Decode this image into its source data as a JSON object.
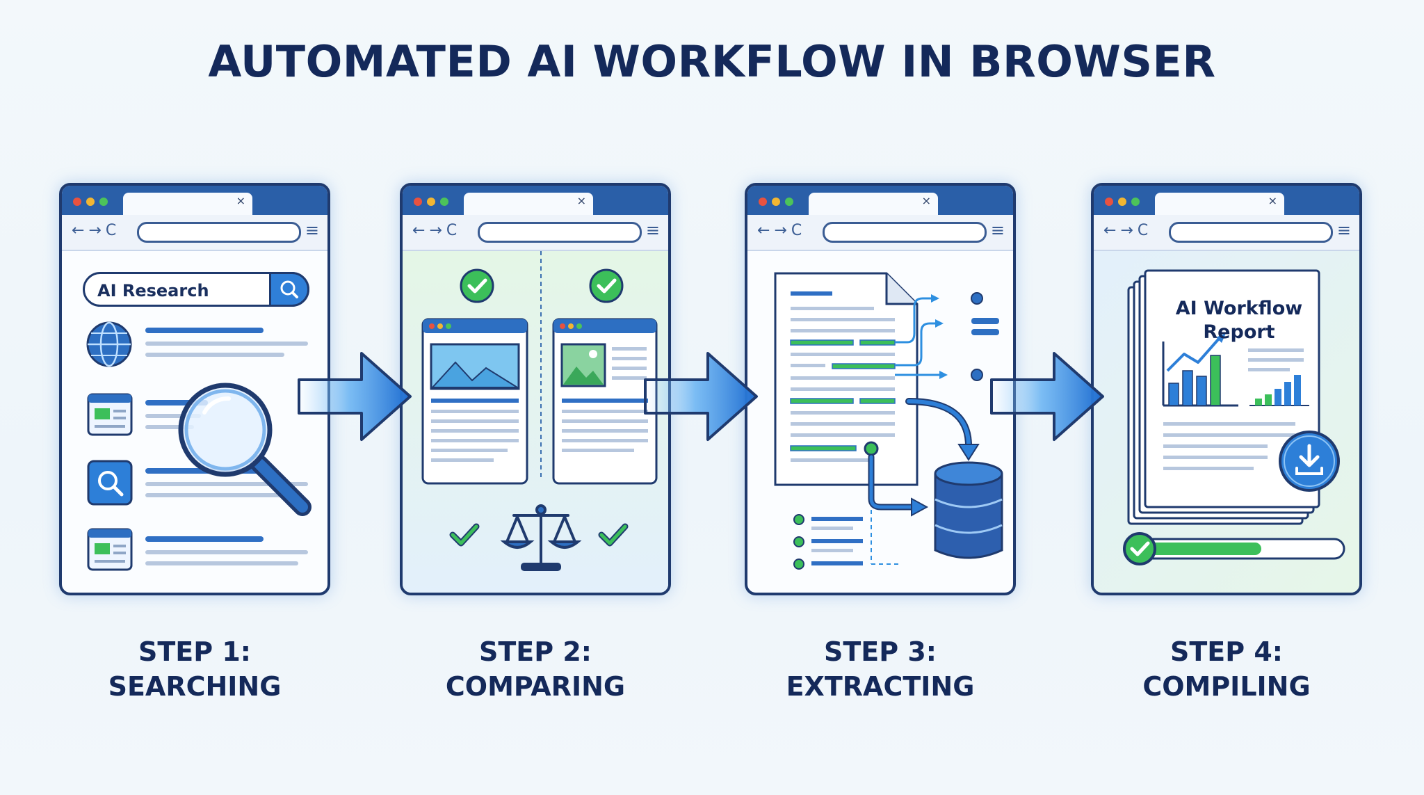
{
  "title": "AUTOMATED AI WORKFLOW IN BROWSER",
  "steps": [
    {
      "line1": "STEP 1:",
      "line2": "SEARCHING"
    },
    {
      "line1": "STEP 2:",
      "line2": "COMPARING"
    },
    {
      "line1": "STEP 3:",
      "line2": "EXTRACTING"
    },
    {
      "line1": "STEP 4:",
      "line2": "COMPILING"
    }
  ],
  "search": {
    "query": "AI Research"
  },
  "report": {
    "title_line1": "AI Workflow",
    "title_line2": "Report"
  },
  "browser": {
    "close_glyph": "×",
    "nav_glyphs": "←→C",
    "menu_glyph": "≡"
  },
  "progress": {
    "fraction": 0.62
  },
  "colors": {
    "title": "#14295a",
    "frame": "#1f3a6e",
    "tabbar": "#2a5fa8",
    "accent_blue": "#2f7fd8",
    "accent_green": "#3cbf5a",
    "dot_red": "#e8523f",
    "dot_yellow": "#f2b632",
    "dot_green": "#4cc35a"
  },
  "icons": [
    "search-icon",
    "globe-icon",
    "magnifier-icon",
    "check-icon",
    "scale-icon",
    "document-icon",
    "database-icon",
    "download-icon",
    "arrow-right-icon"
  ]
}
